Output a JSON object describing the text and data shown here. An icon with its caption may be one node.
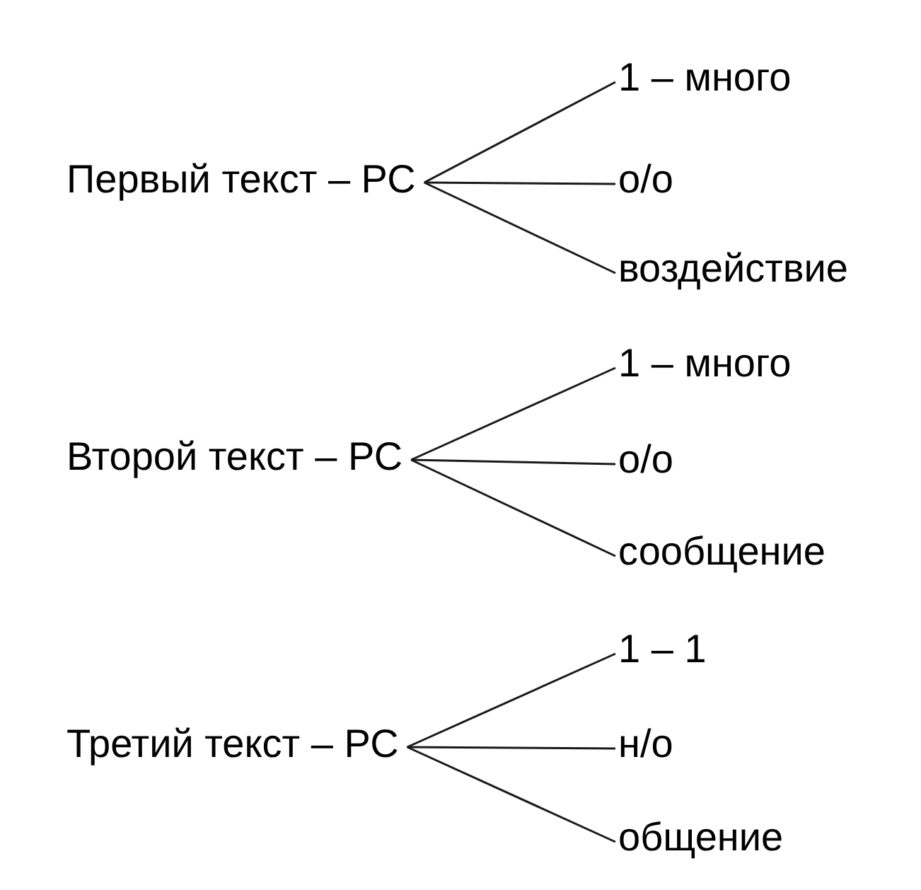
{
  "diagram": {
    "nodes": [
      {
        "text": [
          "Первый текст – РС"
        ]
      },
      {
        "text": [
          "1 – много"
        ]
      },
      {
        "text": [
          "о/о"
        ]
      },
      {
        "text": [
          "воздействие"
        ]
      },
      {
        "text": [
          "Второй текст – РС"
        ]
      },
      {
        "text": [
          "1 – много"
        ]
      },
      {
        "text": [
          "о/о"
        ]
      },
      {
        "text": [
          "сообщение"
        ]
      },
      {
        "text": [
          "Третий текст – РС"
        ]
      },
      {
        "text": [
          "1 – 1"
        ]
      },
      {
        "text": [
          "н/о"
        ]
      },
      {
        "text": [
          "общение"
        ]
      }
    ],
    "edges": [
      {
        "from": 0,
        "to": 1,
        "arrow": "none"
      },
      {
        "from": 0,
        "to": 2,
        "arrow": "none"
      },
      {
        "from": 0,
        "to": 3,
        "arrow": "none"
      },
      {
        "from": 4,
        "to": 5,
        "arrow": "none"
      },
      {
        "from": 4,
        "to": 6,
        "arrow": "none"
      },
      {
        "from": 4,
        "to": 7,
        "arrow": "none"
      },
      {
        "from": 8,
        "to": 9,
        "arrow": "none"
      },
      {
        "from": 8,
        "to": 10,
        "arrow": "none"
      },
      {
        "from": 8,
        "to": 11,
        "arrow": "none"
      }
    ]
  }
}
